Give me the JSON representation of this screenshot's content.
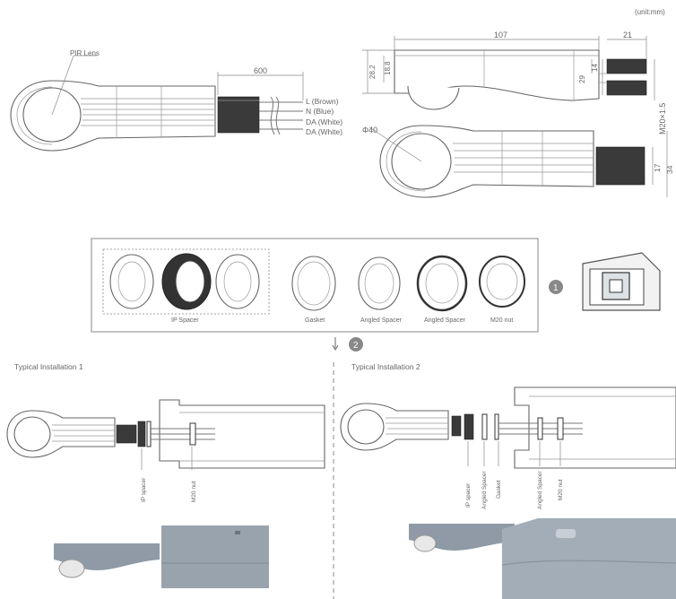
{
  "unit_note": "(unit:mm)",
  "top_left": {
    "pir_label": "PIR Lens",
    "cable_length": "600",
    "wires": [
      "L (Brown)",
      "N (Blue)",
      "DA (White)",
      "DA (White)"
    ]
  },
  "top_right": {
    "dims": {
      "length": "107",
      "thread_len": "21",
      "h1": "28.2",
      "h2": "18.8",
      "h3": "14",
      "h4": "29",
      "thread": "M20×1.5",
      "diameter": "Φ40",
      "width": "17",
      "depth": "34"
    }
  },
  "parts": {
    "items": [
      "IP Spacer",
      "Gasket",
      "Angled Spacer",
      "Angled Spacer",
      "M20 nut"
    ],
    "step1": "1",
    "step2": "2"
  },
  "install1": {
    "title": "Typical Installation 1",
    "labels": [
      "IP spacer",
      "M20 nut"
    ]
  },
  "install2": {
    "title": "Typical Installation 2",
    "labels": [
      "IP spacer",
      "Angled Spacer",
      "Gasket",
      "Angled Spacer",
      "M20 nut"
    ]
  }
}
